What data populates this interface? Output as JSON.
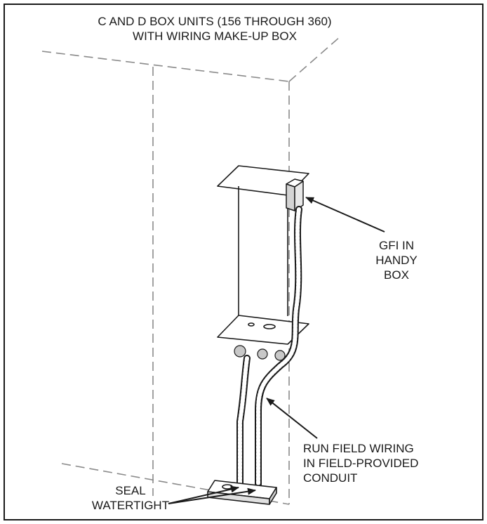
{
  "title": {
    "line1": "C AND D BOX UNITS (156 THROUGH 360)",
    "line2": "WITH WIRING MAKE-UP BOX"
  },
  "callouts": {
    "gfi": {
      "lines": [
        "GFI IN",
        "HANDY",
        "BOX"
      ]
    },
    "conduit": {
      "lines": [
        "RUN FIELD WIRING",
        "IN FIELD-PROVIDED",
        "CONDUIT"
      ]
    },
    "seal": {
      "lines": [
        "SEAL",
        "WATERTIGHT"
      ]
    }
  },
  "colors": {
    "ink": "#1a1a1a",
    "dashed_outline": "#8a8a8a",
    "knockout_fill": "#c8c8c8",
    "gfi_box_fill": "#d4d4d4"
  }
}
